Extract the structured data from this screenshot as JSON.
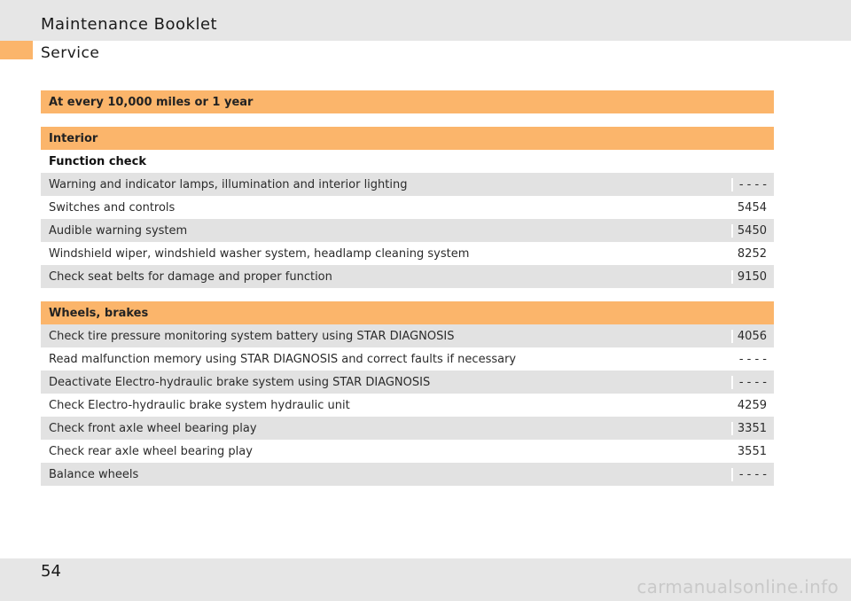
{
  "header": {
    "title": "Maintenance Booklet",
    "subtitle": "Service"
  },
  "interval_heading": "At every 10,000 miles or 1 year",
  "sections": [
    {
      "heading": "Interior",
      "subheading": "Function check",
      "rows": [
        {
          "label": "Warning and indicator lamps, illumination and interior lighting",
          "code": "- - - -"
        },
        {
          "label": "Switches and controls",
          "code": "5454"
        },
        {
          "label": "Audible warning system",
          "code": "5450"
        },
        {
          "label": "Windshield wiper, windshield washer system, headlamp cleaning system",
          "code": "8252"
        },
        {
          "label": "Check seat belts for damage and proper function",
          "code": "9150"
        }
      ]
    },
    {
      "heading": "Wheels, brakes",
      "rows": [
        {
          "label": "Check tire pressure monitoring system battery using STAR DIAGNOSIS",
          "code": "4056"
        },
        {
          "label": "Read malfunction memory using STAR DIAGNOSIS and correct faults if necessary",
          "code": "- - - -"
        },
        {
          "label": "Deactivate Electro-hydraulic brake system using STAR DIAGNOSIS",
          "code": "- - - -"
        },
        {
          "label": "Check Electro-hydraulic brake system hydraulic unit",
          "code": "4259"
        },
        {
          "label": "Check front axle wheel bearing play",
          "code": "3351"
        },
        {
          "label": "Check rear axle wheel bearing play",
          "code": "3551"
        },
        {
          "label": "Balance wheels",
          "code": "- - - -"
        }
      ]
    }
  ],
  "footer": {
    "page_number": "54",
    "watermark": "carmanualsonline.info"
  },
  "colors": {
    "accent": "#fbb56b",
    "band": "#e6e6e6",
    "row_shade": "#e2e2e2"
  }
}
